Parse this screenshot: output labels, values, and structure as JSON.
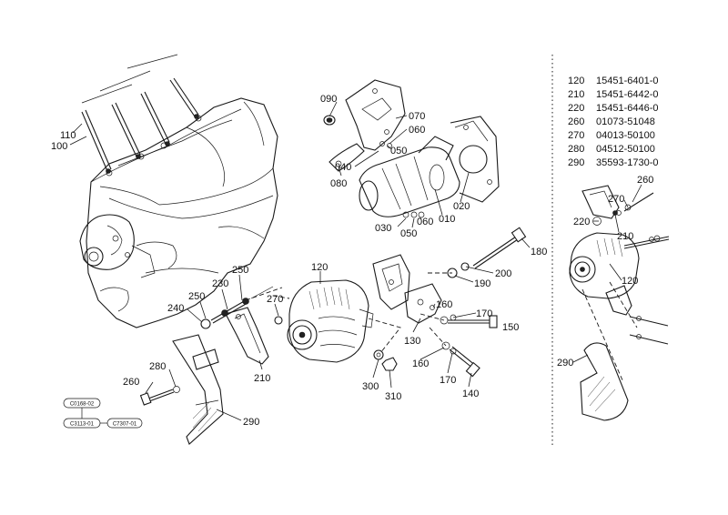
{
  "callouts": {
    "c090": "090",
    "c070": "070",
    "c060a": "060",
    "c040": "040",
    "c050a": "050",
    "c080": "080",
    "c030": "030",
    "c050b": "050",
    "c060b": "060",
    "c010": "010",
    "c020": "020",
    "c110": "110",
    "c100": "100",
    "c120": "120",
    "c180": "180",
    "c200": "200",
    "c190": "190",
    "c250a": "250",
    "c230": "230",
    "c250b": "250",
    "c240": "240",
    "c270": "270",
    "c160a": "160",
    "c170a": "170",
    "c150": "150",
    "c130": "130",
    "c210": "210",
    "c160b": "160",
    "c170b": "170",
    "c140": "140",
    "c280": "280",
    "c260": "260",
    "c300": "300",
    "c310": "310",
    "c290": "290",
    "i260": "260",
    "i270": "270",
    "i220": "220",
    "i210": "210",
    "i120": "120",
    "i290": "290"
  },
  "parts_list": [
    {
      "item": "120",
      "part_no": "15451-6401-0"
    },
    {
      "item": "210",
      "part_no": "15451-6442-0"
    },
    {
      "item": "220",
      "part_no": "15451-6446-0"
    },
    {
      "item": "260",
      "part_no": "01073-51048"
    },
    {
      "item": "270",
      "part_no": "04013-50100"
    },
    {
      "item": "280",
      "part_no": "04512-50100"
    },
    {
      "item": "290",
      "part_no": "35593-1730-0"
    }
  ],
  "reference_codes": {
    "top": "C0168-02",
    "bottom_left": "C3113-01",
    "bottom_right": "C7307-01"
  }
}
